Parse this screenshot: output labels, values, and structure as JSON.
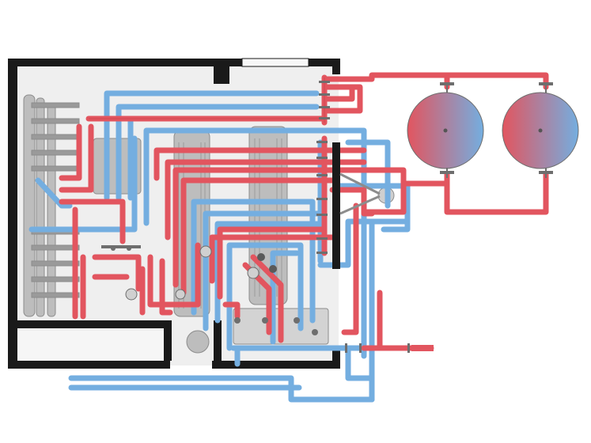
{
  "diagram": {
    "type": "piping-schematic",
    "colors": {
      "background": "#ffffff",
      "wall": "#1a1a1a",
      "room_floor": "#efefef",
      "hot_pipe": "#e2555f",
      "hot_pipe_edge": "#b8323c",
      "cold_pipe": "#74aee0",
      "cold_pipe_edge": "#4a86bf",
      "equipment": "#b9b9b9",
      "equipment_edge": "#8c8c8c",
      "valve": "#6e6e6e",
      "tank_gradient_hot": "#e2555f",
      "tank_gradient_cold": "#74aee0"
    },
    "components": {
      "tanks": [
        "expansion-tank-1",
        "expansion-tank-2"
      ],
      "pumps": [
        "pump-1",
        "pump-2",
        "pump-3",
        "pump-4"
      ],
      "boilers": [
        "boiler-1",
        "boiler-2"
      ],
      "manifolds": [
        "supply-manifold",
        "return-manifold"
      ]
    }
  }
}
